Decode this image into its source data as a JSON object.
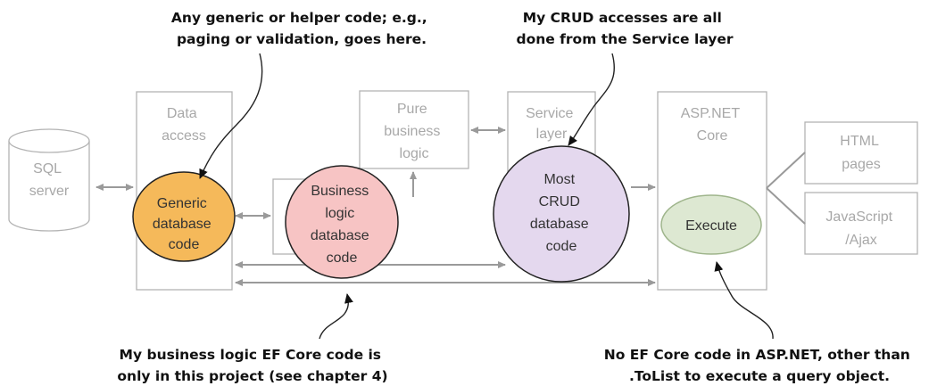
{
  "annotations": {
    "helper_code": [
      "Any generic or helper code; e.g.,",
      "paging or validation, goes here."
    ],
    "crud_access": [
      "My CRUD accesses are all",
      "done from the Service layer"
    ],
    "business_logic": [
      "My business logic EF Core code is",
      "only in this project (see chapter 4)"
    ],
    "aspnet": [
      "No EF Core code in ASP.NET, other than",
      ".ToList to execute a query object."
    ]
  },
  "layers": {
    "sql_server": [
      "SQL",
      "server"
    ],
    "data_access": [
      "Data",
      "access"
    ],
    "pure_business_logic": [
      "Pure",
      "business",
      "logic"
    ],
    "service_layer": [
      "Service",
      "layer"
    ],
    "aspnet_core": [
      "ASP.NET",
      "Core"
    ],
    "html_pages": [
      "HTML",
      "pages"
    ],
    "javascript_ajax": [
      "JavaScript",
      "/Ajax"
    ]
  },
  "circles": {
    "generic_db": {
      "lines": [
        "Generic",
        "database",
        "code"
      ],
      "fill": "#f5b95a",
      "stroke": "#222222"
    },
    "business_db": {
      "lines": [
        "Business",
        "logic",
        "database",
        "code"
      ],
      "fill": "#f7c4c4",
      "stroke": "#222222"
    },
    "crud_db": {
      "lines": [
        "Most",
        "CRUD",
        "database",
        "code"
      ],
      "fill": "#e4d8ee",
      "stroke": "#222222"
    },
    "execute": {
      "lines": [
        "Execute"
      ],
      "fill": "#dde8d2",
      "stroke": "#9fb58c"
    }
  }
}
